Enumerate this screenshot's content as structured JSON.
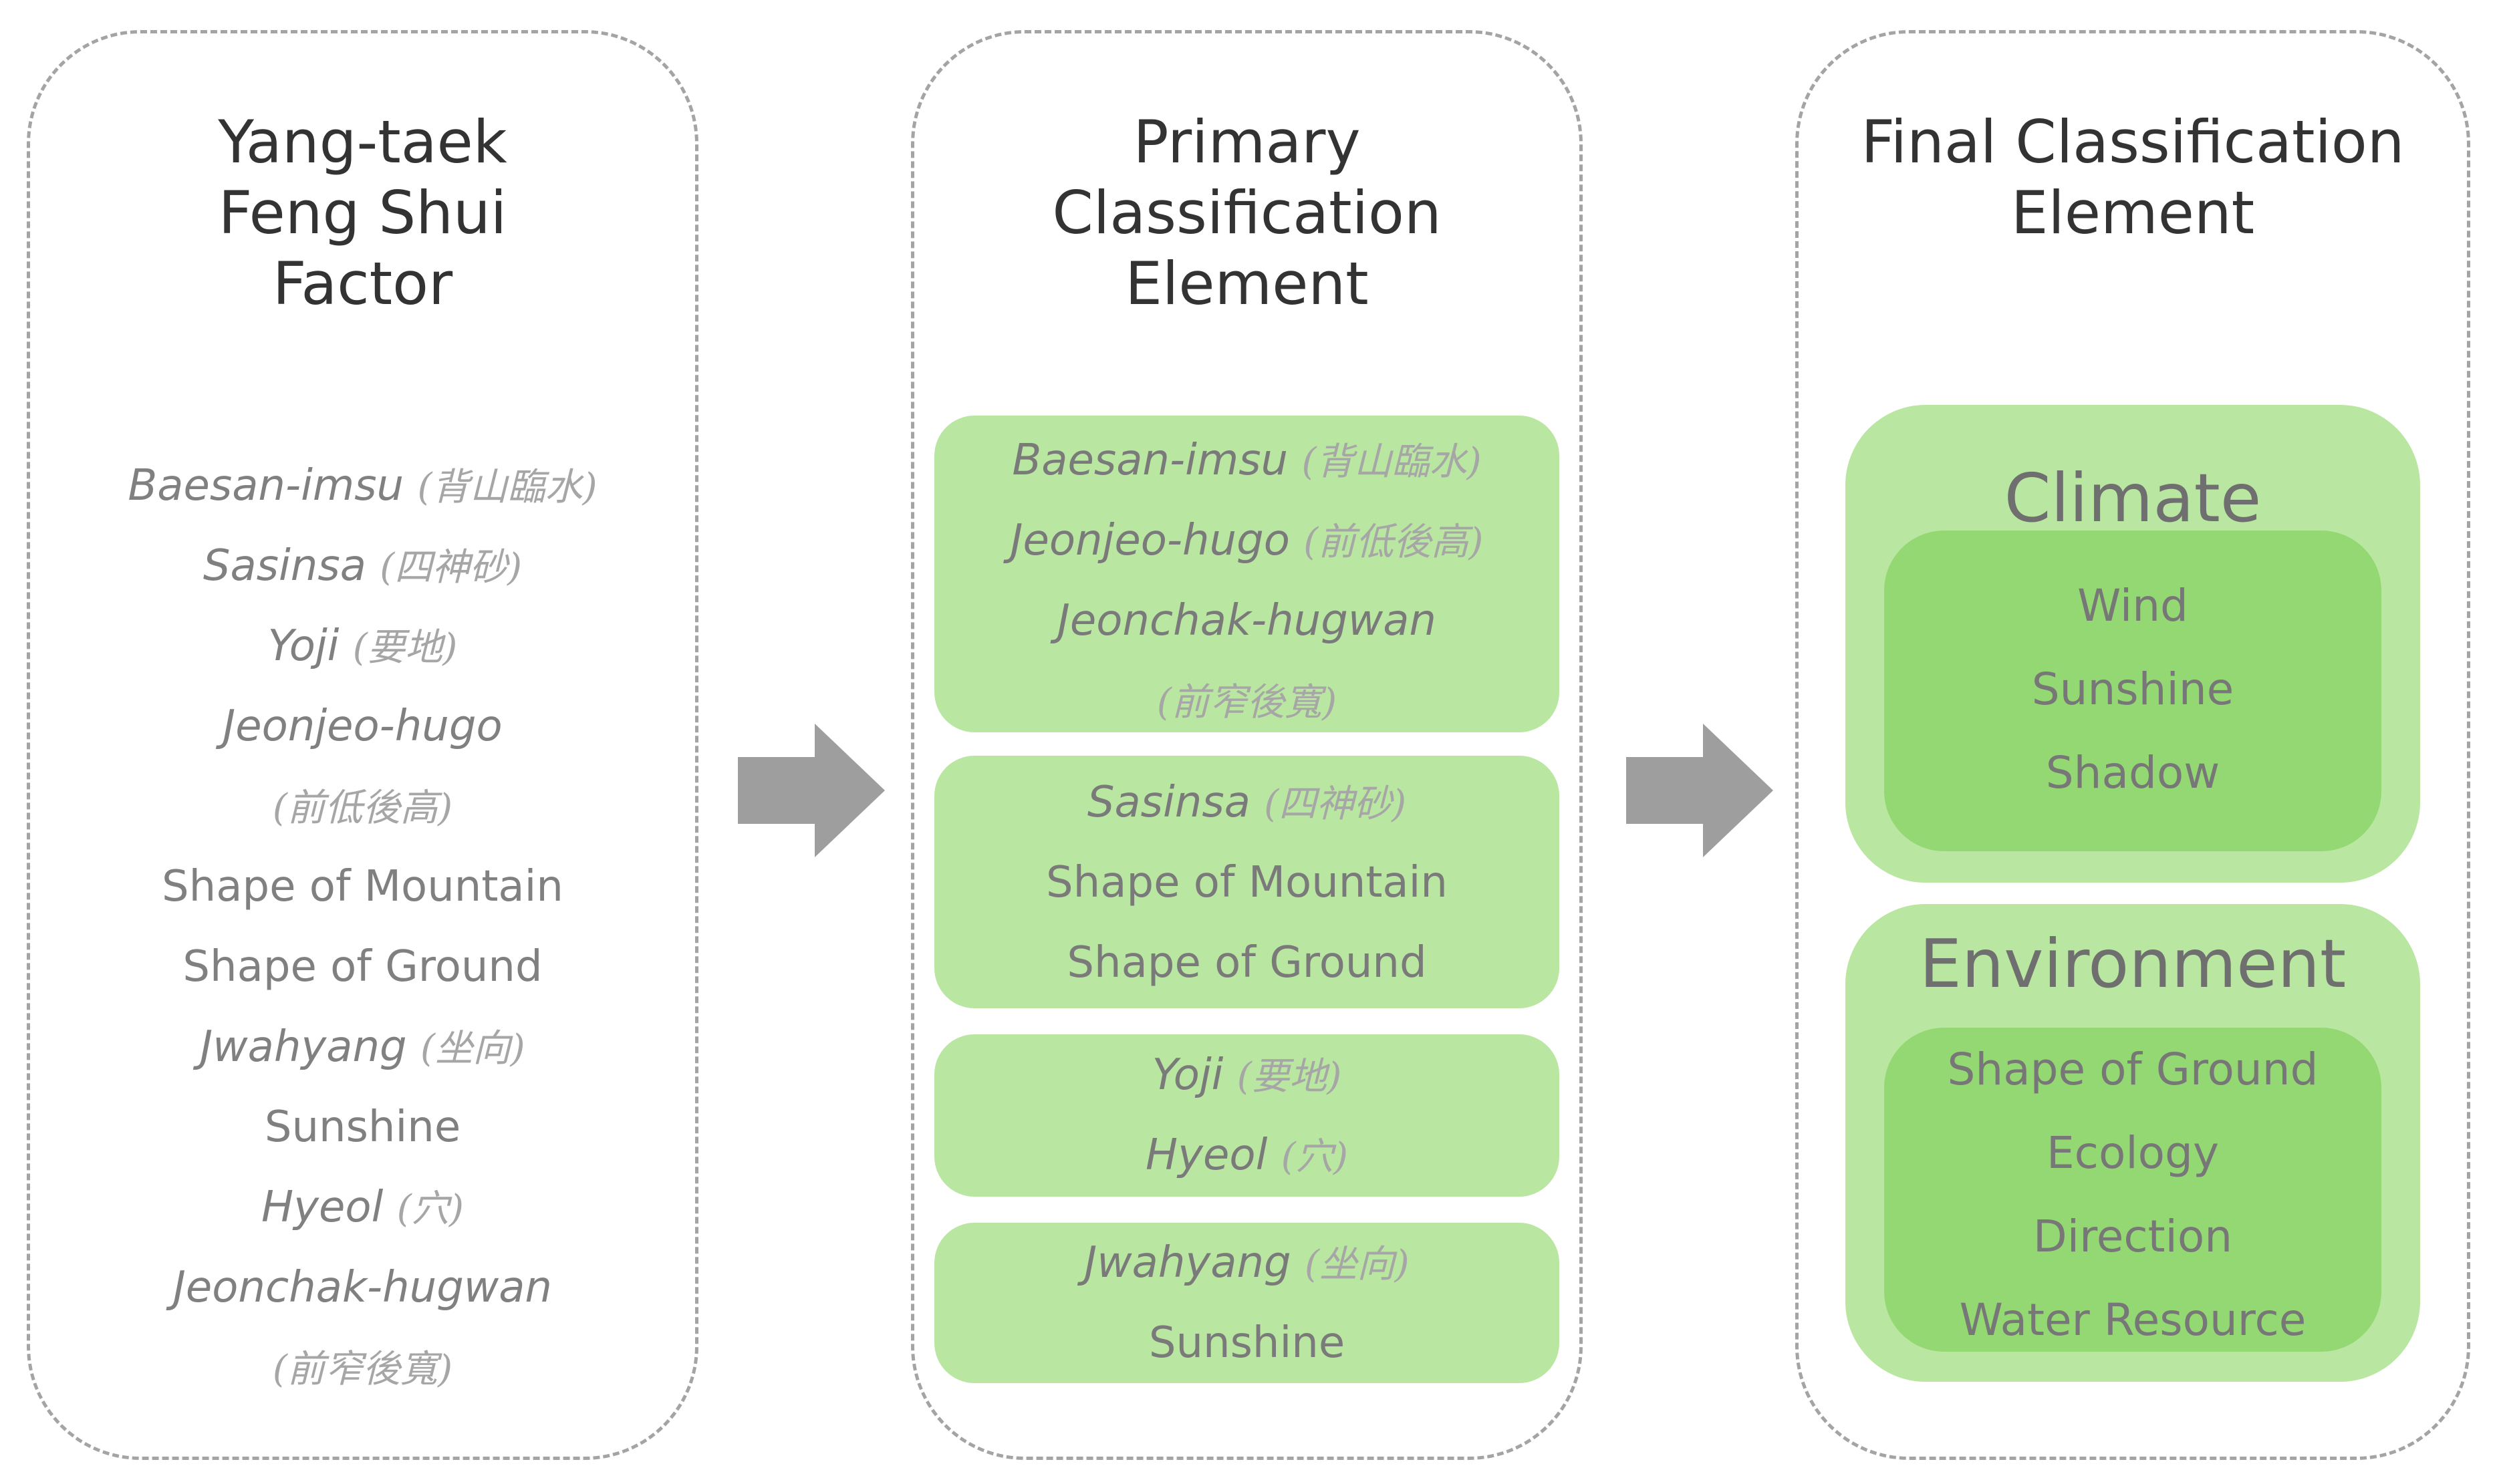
{
  "panels": {
    "factor": {
      "title": "Yang-taek\nFeng Shui\nFactor",
      "items": [
        {
          "latin": "Baesan-imsu",
          "hanja": "(背山臨水)"
        },
        {
          "latin": "Sasinsa",
          "hanja": "(四神砂)"
        },
        {
          "latin": "Yoji",
          "hanja": "(要地)"
        },
        {
          "latin": "Jeonjeo-hugo",
          "hanja": ""
        },
        {
          "latin": "",
          "hanja": "(前低後高)"
        },
        {
          "plain": "Shape of Mountain"
        },
        {
          "plain": "Shape of Ground"
        },
        {
          "latin": "Jwahyang",
          "hanja": "(坐向)"
        },
        {
          "plain": "Sunshine"
        },
        {
          "latin": "Hyeol",
          "hanja": "(穴)"
        },
        {
          "latin": "Jeonchak-hugwan",
          "hanja": ""
        },
        {
          "latin": "",
          "hanja": "(前窄後寬)"
        }
      ]
    },
    "primary": {
      "title": "Primary\nClassification\nElement",
      "groups": [
        {
          "lines": [
            {
              "latin": "Baesan-imsu",
              "hanja": "(背山臨水)"
            },
            {
              "latin": "Jeonjeo-hugo",
              "hanja": "(前低後高)"
            },
            {
              "latin": "Jeonchak-hugwan",
              "hanja": ""
            },
            {
              "latin": "",
              "hanja": "(前窄後寬)"
            }
          ]
        },
        {
          "lines": [
            {
              "latin": "Sasinsa",
              "hanja": "(四神砂)"
            },
            {
              "plain": "Shape of Mountain"
            },
            {
              "plain": "Shape of Ground"
            }
          ]
        },
        {
          "lines": [
            {
              "latin": "Yoji",
              "hanja": "(要地)"
            },
            {
              "latin": "Hyeol",
              "hanja": "(穴)"
            }
          ]
        },
        {
          "lines": [
            {
              "latin": "Jwahyang",
              "hanja": "(坐向)"
            },
            {
              "plain": "Sunshine"
            }
          ]
        }
      ]
    },
    "final": {
      "title": "Final Classification\nElement",
      "climate": {
        "title": "Climate",
        "items": [
          "Wind",
          "Sunshine",
          "Shadow"
        ]
      },
      "environment": {
        "title": "Environment",
        "items": [
          "Shape of Ground",
          "Ecology",
          "Direction",
          "Water Resource"
        ]
      }
    }
  },
  "colors": {
    "outer_green": "#b9e6a0",
    "inner_green": "#93d872",
    "arrow": "#9e9e9e",
    "dashed_border": "#a4a4a4"
  }
}
